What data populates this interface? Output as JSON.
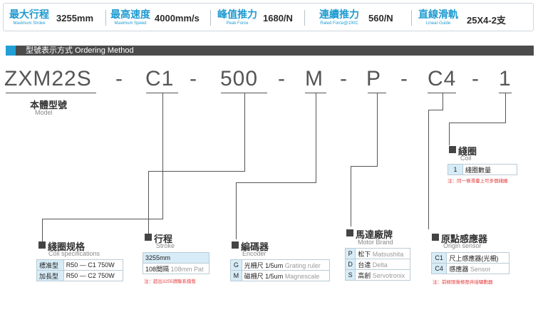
{
  "specs": [
    {
      "zh": "最大行程",
      "en": "Maximum Stroke",
      "value": "3255mm"
    },
    {
      "zh": "最高速度",
      "en": "Maximum Speed",
      "value": "4000mm/s"
    },
    {
      "zh": "峰值推力",
      "en": "Peak Force",
      "value": "1680/N"
    },
    {
      "zh": "連續推力",
      "en": "Rated Force@100C",
      "value": "560/N"
    },
    {
      "zh": "直線滑軌",
      "en": "Linear Guide",
      "value": "25X4-2支"
    }
  ],
  "section": {
    "title": "型號表示方式 Ordering Method"
  },
  "code": {
    "parts": [
      "ZXM22S",
      "C1",
      "500",
      "M",
      "P",
      "C4",
      "1"
    ],
    "dash": "-"
  },
  "model": {
    "zh": "本體型號",
    "en": "Model"
  },
  "coil_spec": {
    "zh": "綫圈规格",
    "en": "Coil specifications",
    "rows": [
      [
        "標准型",
        "R50 — C1 750W"
      ],
      [
        "加長型",
        "R50 — C2 750W"
      ]
    ]
  },
  "stroke": {
    "zh": "行程",
    "en": "Stroke",
    "rows": [
      [
        "3255mm",
        ""
      ],
      [
        "108間隔",
        "108mm Pat"
      ]
    ],
    "note": "注：超出3255請聯系銷售"
  },
  "encoder": {
    "zh": "編碼器",
    "en": "Encoder",
    "rows": [
      [
        "G",
        "光柵尺 1/5um",
        "Grating ruler"
      ],
      [
        "M",
        "磁柵尺 1/5um",
        "Magnescale"
      ]
    ]
  },
  "motor": {
    "zh": "馬達廠牌",
    "en": "Motor Brand",
    "rows": [
      [
        "P",
        "松下",
        "Matsushita"
      ],
      [
        "D",
        "台達",
        "Delta"
      ],
      [
        "S",
        "高創",
        "Servotronix"
      ]
    ]
  },
  "origin": {
    "zh": "原點感應器",
    "en": "Origin sensor",
    "rows": [
      [
        "C1",
        "尺上感應器(光柵)",
        ""
      ],
      [
        "C4",
        "感應器",
        "Sensor"
      ]
    ],
    "note": "注：前極限後極限并接驅動器"
  },
  "coil": {
    "zh": "綫圈",
    "en": "Coil",
    "rows": [
      [
        "1",
        "綫圈數量"
      ]
    ],
    "note": "注：同一條滑臺上可多個綫圈"
  }
}
